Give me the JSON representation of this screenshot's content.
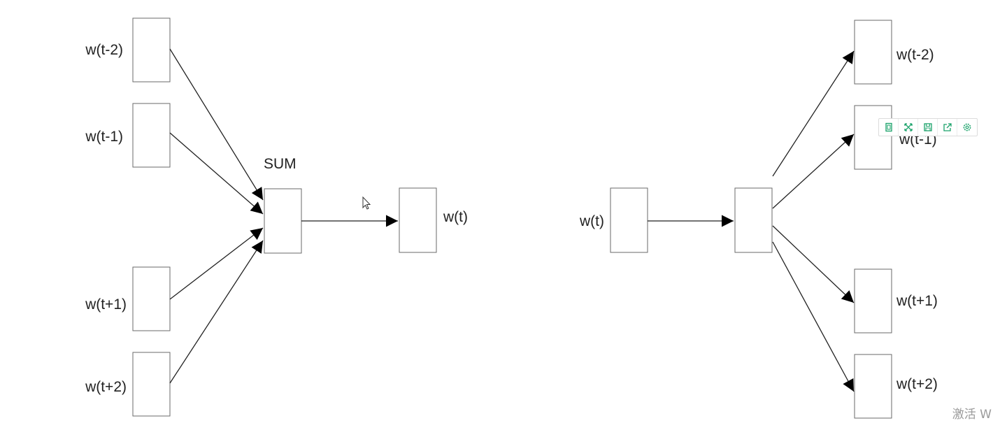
{
  "cbow": {
    "inputs": [
      "w(t-2)",
      "w(t-1)",
      "w(t+1)",
      "w(t+2)"
    ],
    "sum_label": "SUM",
    "output": "w(t)"
  },
  "skipgram": {
    "input": "w(t)",
    "outputs": [
      "w(t-2)",
      "w(t-1)",
      "w(t+1)",
      "w(t+2)"
    ]
  },
  "toolbar": {
    "icons": [
      "copy-icon",
      "fullscreen-icon",
      "save-icon",
      "share-icon",
      "settings-icon"
    ],
    "accent": "#1aa26a"
  },
  "corner_text": "激活 W"
}
